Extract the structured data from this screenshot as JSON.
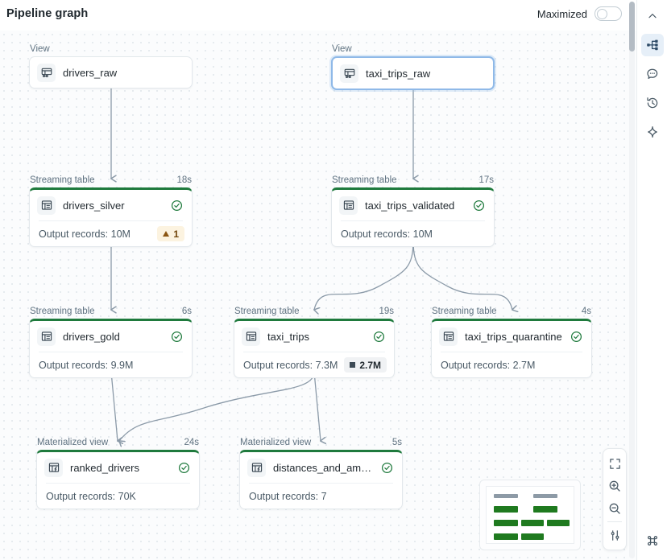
{
  "header": {
    "title": "Pipeline graph",
    "maximized_label": "Maximized",
    "maximized_on": false
  },
  "graph": {
    "nodes": [
      {
        "id": "drivers_raw",
        "kind": "View",
        "name": "drivers_raw",
        "icon": "view-table-icon",
        "duration": "",
        "status": "",
        "output_records": "",
        "badge": "",
        "selected": false
      },
      {
        "id": "taxi_trips_raw",
        "kind": "View",
        "name": "taxi_trips_raw",
        "icon": "view-table-icon",
        "duration": "",
        "status": "",
        "output_records": "",
        "badge": "",
        "selected": true
      },
      {
        "id": "drivers_silver",
        "kind": "Streaming table",
        "name": "drivers_silver",
        "icon": "streaming-table-icon",
        "duration": "18s",
        "status": "check-circle-icon",
        "output_records": "Output records: 10M",
        "badge": "1",
        "badge_type": "warn",
        "selected": false
      },
      {
        "id": "taxi_trips_validated",
        "kind": "Streaming table",
        "name": "taxi_trips_validated",
        "icon": "streaming-table-icon",
        "duration": "17s",
        "status": "check-circle-icon",
        "output_records": "Output records: 10M",
        "badge": "",
        "selected": false
      },
      {
        "id": "drivers_gold",
        "kind": "Streaming table",
        "name": "drivers_gold",
        "icon": "streaming-table-icon",
        "duration": "6s",
        "status": "check-circle-icon",
        "output_records": "Output records: 9.9M",
        "badge": "",
        "selected": false
      },
      {
        "id": "taxi_trips",
        "kind": "Streaming table",
        "name": "taxi_trips",
        "icon": "streaming-table-icon",
        "duration": "19s",
        "status": "check-circle-icon",
        "output_records": "Output records: 7.3M",
        "badge": "2.7M",
        "badge_type": "drop",
        "selected": false
      },
      {
        "id": "taxi_trips_quarantine",
        "kind": "Streaming table",
        "name": "taxi_trips_quarantine",
        "icon": "streaming-table-icon",
        "duration": "4s",
        "status": "check-circle-icon",
        "output_records": "Output records: 2.7M",
        "badge": "",
        "selected": false
      },
      {
        "id": "ranked_drivers",
        "kind": "Materialized view",
        "name": "ranked_drivers",
        "icon": "materialized-view-icon",
        "duration": "24s",
        "status": "check-circle-icon",
        "output_records": "Output records: 70K",
        "badge": "",
        "selected": false
      },
      {
        "id": "distances_and_amounts",
        "kind": "Materialized view",
        "name": "distances_and_amounts_b...",
        "icon": "materialized-view-icon",
        "duration": "5s",
        "status": "check-circle-icon",
        "output_records": "Output records: 7",
        "badge": "",
        "selected": false
      }
    ],
    "edges": [
      {
        "from": "drivers_raw",
        "to": "drivers_silver"
      },
      {
        "from": "taxi_trips_raw",
        "to": "taxi_trips_validated"
      },
      {
        "from": "drivers_silver",
        "to": "drivers_gold"
      },
      {
        "from": "taxi_trips_validated",
        "to": "taxi_trips"
      },
      {
        "from": "taxi_trips_validated",
        "to": "taxi_trips_quarantine"
      },
      {
        "from": "drivers_gold",
        "to": "ranked_drivers"
      },
      {
        "from": "taxi_trips",
        "to": "ranked_drivers"
      },
      {
        "from": "taxi_trips",
        "to": "distances_and_amounts"
      }
    ]
  },
  "controls": {
    "fit_view": "fit-view-icon",
    "zoom_in": "zoom-in-icon",
    "zoom_out": "zoom-out-icon",
    "settings": "sliders-icon"
  },
  "minimap": {
    "name": "minimap"
  },
  "rail": {
    "items": [
      {
        "id": "collapse",
        "icon": "chevron-up-icon",
        "active": false
      },
      {
        "id": "graph",
        "icon": "pipeline-graph-icon",
        "active": true
      },
      {
        "id": "comments",
        "icon": "comment-icon",
        "active": false
      },
      {
        "id": "history",
        "icon": "history-icon",
        "active": false
      },
      {
        "id": "assistant",
        "icon": "sparkle-icon",
        "active": false
      }
    ],
    "bottom": {
      "id": "shortcuts",
      "icon": "command-key-icon"
    }
  },
  "colors": {
    "accent_green": "#1f7a3d",
    "status_green": "#1f7a3d",
    "selection_blue": "#8fb9e8",
    "warn_bg": "#fcf3e0",
    "warn_fg": "#704409",
    "edge": "#8b9aa8"
  }
}
